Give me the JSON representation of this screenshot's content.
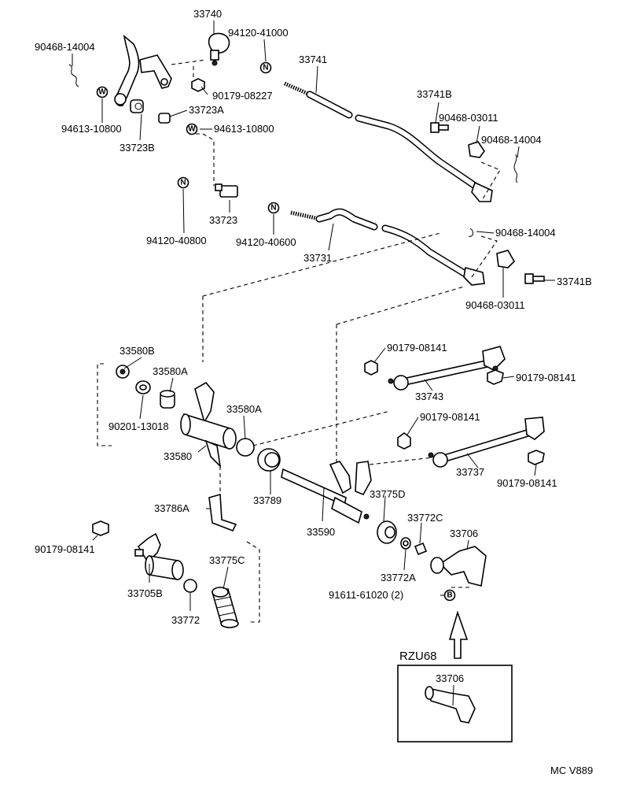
{
  "labels": {
    "p33740": "33740",
    "p94120_41000": "94120-41000",
    "p90468_14004_a": "90468-14004",
    "p33741": "33741",
    "p90179_08227": "90179-08227",
    "p33723A": "33723A",
    "p94613_10800_a": "94613-10800",
    "p94613_10800_b": "94613-10800",
    "p33723B": "33723B",
    "p33741B_a": "33741B",
    "p90468_03011_a": "90468-03011",
    "p90468_14004_b": "90468-14004",
    "p33723": "33723",
    "p94120_40800": "94120-40800",
    "p94120_40600": "94120-40600",
    "p33731": "33731",
    "p90468_14004_c": "90468-14004",
    "p33741B_b": "33741B",
    "p90468_03011_b": "90468-03011",
    "p33580B": "33580B",
    "p33580A_a": "33580A",
    "p90201_13018": "90201-13018",
    "p33580A_b": "33580A",
    "p33580": "33580",
    "p90179_08141_a": "90179-08141",
    "p90179_08141_b": "90179-08141",
    "p33743": "33743",
    "p90179_08141_c": "90179-08141",
    "p33737": "33737",
    "p90179_08141_d": "90179-08141",
    "p33786A": "33786A",
    "p33789": "33789",
    "p33775D": "33775D",
    "p33590": "33590",
    "p33772C": "33772C",
    "p33706": "33706",
    "p90179_08141_e": "90179-08141",
    "p33705B": "33705B",
    "p33775C": "33775C",
    "p33772A": "33772A",
    "p91611_61020": "91611-61020 (2)",
    "p33772": "33772",
    "inset_title": "RZU68",
    "inset_part": "33706",
    "footer_code": "MC V889"
  },
  "symbols": {
    "washer": "W",
    "nut": "N",
    "bolt": "B"
  }
}
